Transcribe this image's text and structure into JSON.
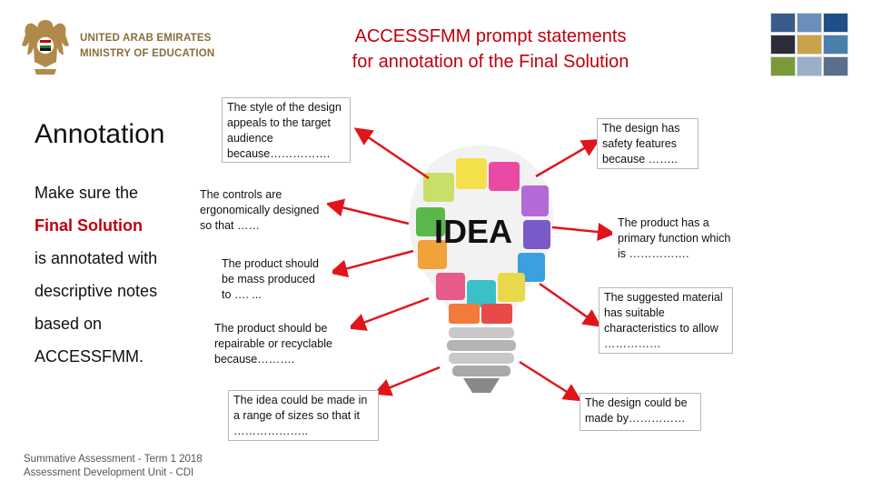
{
  "header": {
    "title_line1": "ACCESSFMM prompt statements",
    "title_line2": "for annotation of the Final Solution",
    "ministry_line1": "UNITED ARAB EMIRATES",
    "ministry_line2": "MINISTRY OF EDUCATION"
  },
  "left": {
    "heading": "Annotation",
    "line1": "Make sure the",
    "line2": "Final Solution",
    "line3": "is annotated with",
    "line4": "descriptive notes",
    "line5": "based on",
    "line6": "ACCESSFMM."
  },
  "center": {
    "idea": "IDEA"
  },
  "prompts": {
    "style": "The style of the design appeals to the target audience because…………….",
    "controls": "The controls are ergonomically designed so that ……",
    "mass": "The product should be mass produced to …. ...",
    "repair": "The product should be repairable or recyclable because……….",
    "sizes": "The idea could be made in a range of sizes so that it ………………..",
    "safety": "The design has safety features because ……..",
    "function": "The product has a primary function which is …………….",
    "material": "The suggested material has suitable characteristics to allow ……………",
    "madeby": "The design could be made by……………"
  },
  "footer": {
    "line1": "Summative Assessment - Term 1 2018",
    "line2": "Assessment Development Unit - CDI"
  },
  "colors": {
    "accent": "#c0000c",
    "arrow": "#e0151b",
    "ministry": "#8a6d3b"
  }
}
